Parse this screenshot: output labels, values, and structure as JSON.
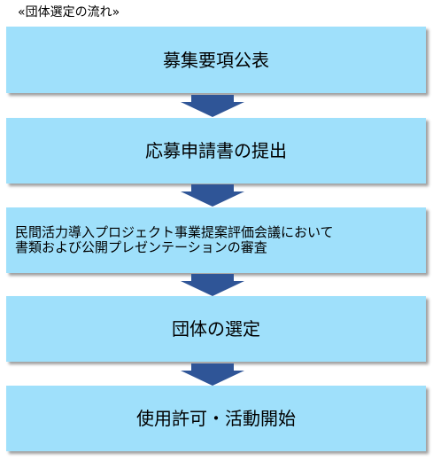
{
  "heading": "«団体選定の流れ»",
  "colors": {
    "box_fill": "#9fe0fb",
    "arrow_fill": "#2f5597"
  },
  "steps": [
    {
      "label": "募集要項公表"
    },
    {
      "label": "応募申請書の提出"
    },
    {
      "lines": [
        "民間活力導入プロジェクト事業提案評価会議において",
        "書類および公開プレゼンテーションの審査"
      ]
    },
    {
      "label": "団体の選定"
    },
    {
      "label": "使用許可・活動開始"
    }
  ]
}
